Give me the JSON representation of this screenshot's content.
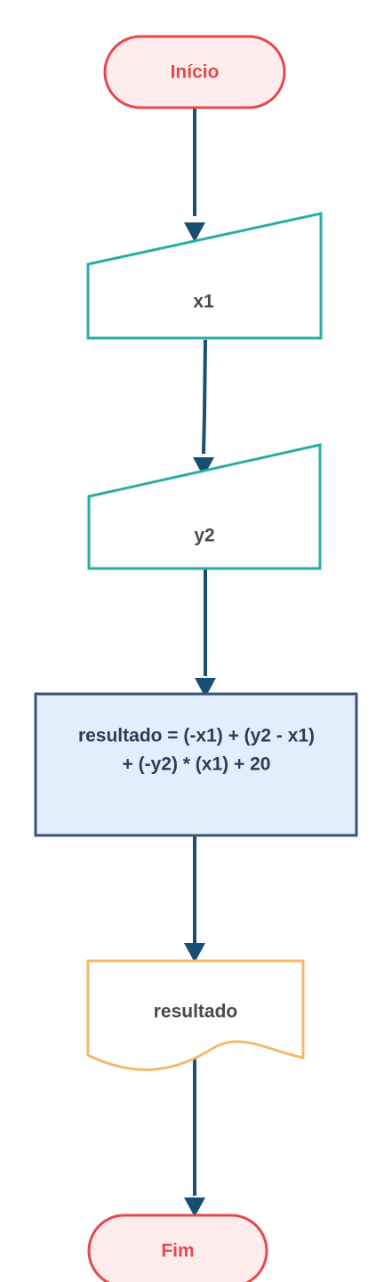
{
  "flowchart": {
    "start": {
      "label": "Início"
    },
    "input_1": {
      "label": "x1"
    },
    "input_2": {
      "label": "y2"
    },
    "process": {
      "line_1": "resultado = (-x1) + (y2 - x1)",
      "line_2": "+ (-y2) * (x1) + 20"
    },
    "output": {
      "label": "resultado"
    },
    "end": {
      "label": "Fim"
    }
  },
  "colors": {
    "terminal_stroke": "#e5484d",
    "terminal_fill": "#feecec",
    "terminal_text": "#e5484d",
    "input_stroke": "#2aaca7",
    "process_stroke": "#3a5478",
    "process_fill": "#e2eefc",
    "output_stroke": "#f5b969",
    "arrow": "#184e72",
    "text": "#4a4a4a",
    "process_text": "#2c3e50"
  }
}
